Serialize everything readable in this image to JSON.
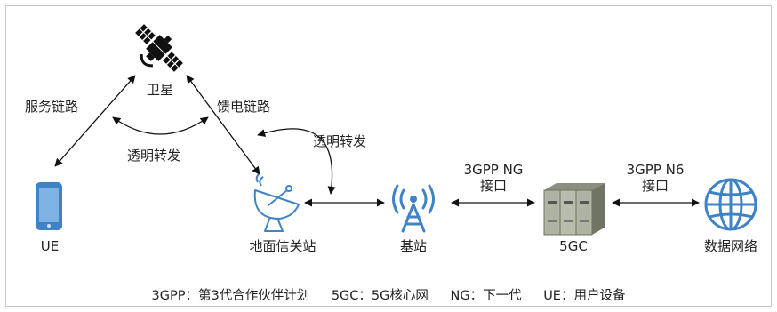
{
  "nodes": {
    "satellite": "卫星",
    "ue": "UE",
    "ground_station": "地面信关站",
    "base_station": "基站",
    "core": "5GC",
    "data_network": "数据网络"
  },
  "links": {
    "service_link": "服务链路",
    "feeder_link": "馈电链路",
    "transparent_1": "透明转发",
    "transparent_2": "透明转发",
    "ng_line1": "3GPP NG",
    "ng_line2": "接口",
    "n6_line1": "3GPP N6",
    "n6_line2": "接口"
  },
  "legend": {
    "item1": "3GPP：第3代合作伙伴计划",
    "item2": "5GC：5G核心网",
    "item3": "NG：下一代",
    "item4": "UE：用户设备"
  },
  "colors": {
    "accent_blue": "#3f83c6",
    "arrow": "#111111",
    "server": "#aeb3a2"
  }
}
